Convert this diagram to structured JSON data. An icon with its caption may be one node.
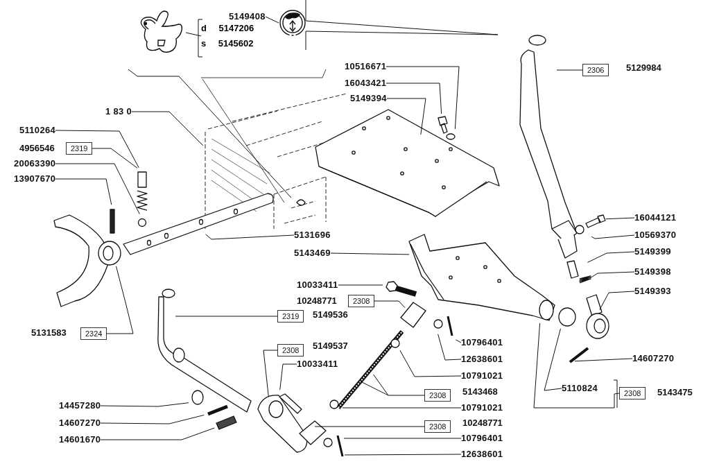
{
  "diagram": {
    "nodes": [
      {
        "text": [],
        "shape": "picture"
      },
      {
        "text": [
          "d 5147206",
          "s 5145602"
        ]
      },
      {
        "text": [],
        "shape": "picture"
      },
      {
        "text": [
          "5149408"
        ]
      },
      {
        "text": [
          "1 83 0"
        ]
      },
      {
        "text": [
          "5110264"
        ]
      },
      {
        "text": [
          "2319"
        ],
        "beside": [
          "4956546"
        ]
      },
      {
        "text": [
          "20063390"
        ]
      },
      {
        "text": [
          "13907670"
        ]
      },
      {
        "text": [
          "10516671"
        ]
      },
      {
        "text": [
          "16043421"
        ]
      },
      {
        "text": [
          "5149394"
        ]
      },
      {
        "text": [
          "2306"
        ],
        "beside": [
          "5129984"
        ]
      },
      {
        "text": [
          "5131696"
        ]
      },
      {
        "text": [
          "5143469"
        ]
      },
      {
        "text": [
          "16044121"
        ]
      },
      {
        "text": [
          "10569370"
        ]
      },
      {
        "text": [
          "5149399"
        ]
      },
      {
        "text": [
          "5149398"
        ]
      },
      {
        "text": [
          "10033411"
        ]
      },
      {
        "text": [
          "2308"
        ],
        "beside": [
          "10248771"
        ]
      },
      {
        "text": [
          "5149393"
        ]
      },
      {
        "text": [
          "2319"
        ],
        "beside": [
          "5149536"
        ]
      },
      {
        "text": [
          "2324"
        ],
        "beside": [
          "5131583"
        ]
      },
      {
        "text": [
          "2308"
        ],
        "beside": [
          "5149537"
        ]
      },
      {
        "text": [
          "10796401"
        ]
      },
      {
        "text": [
          "10033411"
        ]
      },
      {
        "text": [
          "14607270"
        ]
      },
      {
        "text": [
          "12638601"
        ]
      },
      {
        "text": [
          "10791021"
        ]
      },
      {
        "text": [
          "5110824"
        ]
      },
      {
        "text": [
          "2308"
        ],
        "beside": [
          "5143475"
        ]
      },
      {
        "text": [
          "2308"
        ],
        "beside": [
          "5143468"
        ]
      },
      {
        "text": [
          "14457280"
        ]
      },
      {
        "text": [
          "10791021"
        ]
      },
      {
        "text": [
          "14607270"
        ]
      },
      {
        "text": [
          "2308"
        ],
        "beside": [
          "10248771"
        ]
      },
      {
        "text": [
          "10796401"
        ]
      },
      {
        "text": [
          "14601670"
        ]
      },
      {
        "text": [
          "12638601"
        ]
      }
    ],
    "edges": [
      {
        "from": 1,
        "to": 0,
        "arrow": "none"
      },
      {
        "from": 3,
        "to": 2,
        "arrow": "none"
      },
      {
        "from": 4,
        "to": null,
        "arrow": "none"
      },
      {
        "from": 5,
        "to": null,
        "arrow": "none"
      },
      {
        "from": 6,
        "to": null,
        "arrow": "none"
      },
      {
        "from": 7,
        "to": null,
        "arrow": "none"
      },
      {
        "from": 8,
        "to": null,
        "arrow": "none"
      },
      {
        "from": 9,
        "to": null,
        "arrow": "none"
      },
      {
        "from": 10,
        "to": null,
        "arrow": "none"
      },
      {
        "from": 11,
        "to": null,
        "arrow": "none"
      },
      {
        "from": 12,
        "to": null,
        "arrow": "none"
      },
      {
        "from": 13,
        "to": null,
        "arrow": "none"
      },
      {
        "from": 14,
        "to": null,
        "arrow": "none"
      },
      {
        "from": 15,
        "to": null,
        "arrow": "none"
      },
      {
        "from": 16,
        "to": null,
        "arrow": "none"
      },
      {
        "from": 17,
        "to": null,
        "arrow": "none"
      },
      {
        "from": 18,
        "to": null,
        "arrow": "none"
      },
      {
        "from": 19,
        "to": null,
        "arrow": "none"
      },
      {
        "from": 20,
        "to": null,
        "arrow": "none"
      },
      {
        "from": 21,
        "to": null,
        "arrow": "none"
      },
      {
        "from": 22,
        "to": null,
        "arrow": "none"
      },
      {
        "from": 23,
        "to": null,
        "arrow": "none"
      },
      {
        "from": 24,
        "to": null,
        "arrow": "none"
      },
      {
        "from": 25,
        "to": null,
        "arrow": "none"
      },
      {
        "from": 26,
        "to": null,
        "arrow": "none"
      },
      {
        "from": 27,
        "to": null,
        "arrow": "none"
      },
      {
        "from": 28,
        "to": null,
        "arrow": "none"
      },
      {
        "from": 29,
        "to": null,
        "arrow": "none"
      },
      {
        "from": 30,
        "to": null,
        "arrow": "none"
      },
      {
        "from": 31,
        "to": null,
        "arrow": "none"
      },
      {
        "from": 32,
        "to": null,
        "arrow": "none"
      },
      {
        "from": 33,
        "to": null,
        "arrow": "none"
      },
      {
        "from": 34,
        "to": null,
        "arrow": "none"
      },
      {
        "from": 35,
        "to": null,
        "arrow": "none"
      },
      {
        "from": 36,
        "to": null,
        "arrow": "none"
      },
      {
        "from": 37,
        "to": null,
        "arrow": "none"
      },
      {
        "from": 38,
        "to": null,
        "arrow": "none"
      },
      {
        "from": 39,
        "to": null,
        "arrow": "none"
      }
    ]
  }
}
